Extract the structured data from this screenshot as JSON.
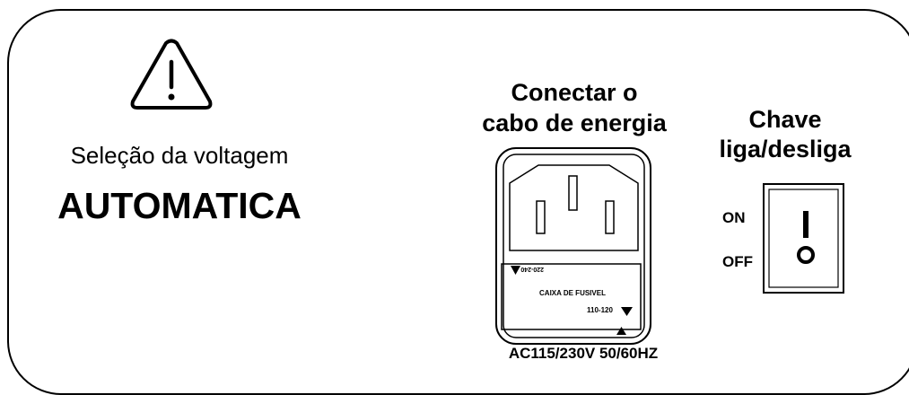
{
  "left": {
    "warning_icon": "warning-triangle-icon",
    "selection_text": "Seleção da voltagem",
    "mode_text": "AUTOMATICA"
  },
  "power": {
    "title_line1": "Conectar o",
    "title_line2": "cabo de energia",
    "fuse_top_label": "220-240",
    "fuse_box_label": "CAIXA DE FUSIVEL",
    "fuse_bottom_label": "110-120",
    "rating": "AC115/230V 50/60HZ"
  },
  "switch": {
    "title_line1": "Chave",
    "title_line2": "liga/desliga",
    "on_label": "ON",
    "off_label": "OFF"
  }
}
